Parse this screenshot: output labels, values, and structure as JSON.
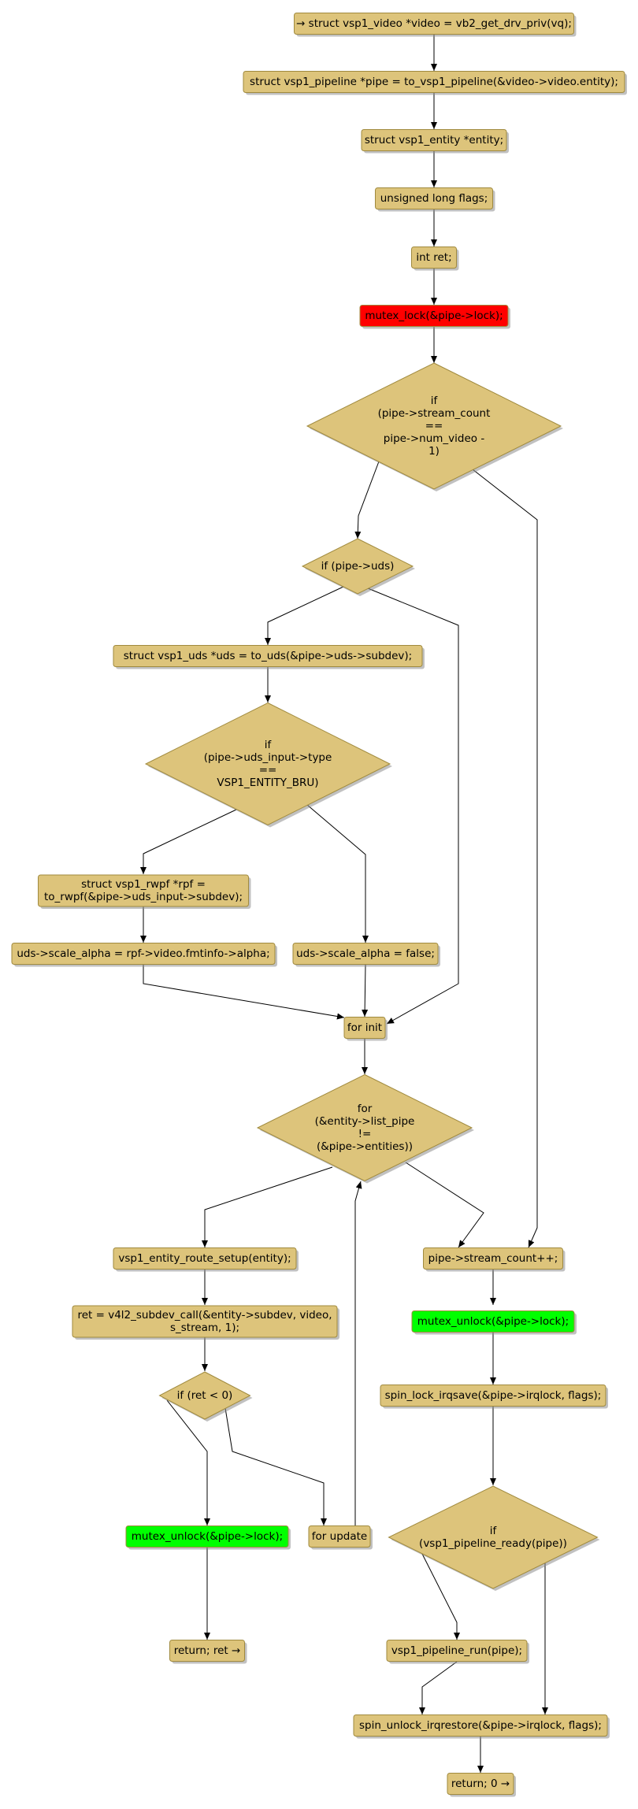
{
  "colors": {
    "node_fill": "#DDC47B",
    "node_border": "#A08A3E",
    "shadow": "#8E8E8E",
    "edge": "#000000",
    "lock_red": "#FF0000",
    "unlock_green": "#00FF00"
  },
  "nodes": {
    "start": "→ struct vsp1_video *video = vb2_get_drv_priv(vq);",
    "pipe_decl": "struct vsp1_pipeline *pipe = to_vsp1_pipeline(&video->video.entity);",
    "entity_decl": "struct vsp1_entity *entity;",
    "flags_decl": "unsigned long flags;",
    "ret_decl": "int ret;",
    "mutex_lock": "mutex_lock(&pipe->lock);",
    "if_stream_count": [
      "if",
      "(pipe->stream_count",
      "==",
      "pipe->num_video -",
      "1)"
    ],
    "if_uds": "if (pipe->uds)",
    "uds_decl": "struct vsp1_uds *uds = to_uds(&pipe->uds->subdev);",
    "if_bru": [
      "if",
      "(pipe->uds_input->type",
      "==",
      "VSP1_ENTITY_BRU)"
    ],
    "rpf_decl": [
      "struct vsp1_rwpf *rpf =",
      "to_rwpf(&pipe->uds_input->subdev);"
    ],
    "scale_alpha_rpf": "uds->scale_alpha = rpf->video.fmtinfo->alpha;",
    "scale_alpha_false": "uds->scale_alpha = false;",
    "for_init": "for init",
    "for_cond": [
      "for",
      "(&entity->list_pipe",
      "!=",
      "(&pipe->entities))"
    ],
    "route_setup": "vsp1_entity_route_setup(entity);",
    "subdev_call": [
      "ret = v4l2_subdev_call(&entity->subdev, video,",
      "s_stream, 1);"
    ],
    "if_ret": "if (ret < 0)",
    "mutex_unlock_err": "mutex_unlock(&pipe->lock);",
    "return_ret": "return; ret →",
    "for_update": "for update",
    "stream_count_inc": "pipe->stream_count++;",
    "mutex_unlock": "mutex_unlock(&pipe->lock);",
    "spin_lock": "spin_lock_irqsave(&pipe->irqlock, flags);",
    "if_ready": [
      "if",
      "(vsp1_pipeline_ready(pipe))"
    ],
    "pipeline_run": "vsp1_pipeline_run(pipe);",
    "spin_unlock": "spin_unlock_irqrestore(&pipe->irqlock, flags);",
    "return_0": "return; 0 →"
  }
}
